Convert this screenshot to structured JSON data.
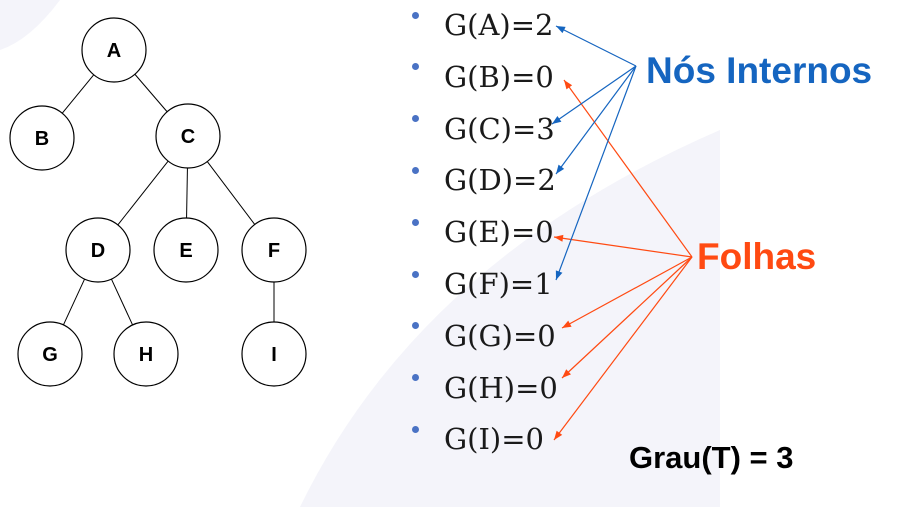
{
  "tree": {
    "nodes": [
      {
        "id": "A",
        "label": "A"
      },
      {
        "id": "B",
        "label": "B"
      },
      {
        "id": "C",
        "label": "C"
      },
      {
        "id": "D",
        "label": "D"
      },
      {
        "id": "E",
        "label": "E"
      },
      {
        "id": "F",
        "label": "F"
      },
      {
        "id": "G",
        "label": "G"
      },
      {
        "id": "H",
        "label": "H"
      },
      {
        "id": "I",
        "label": "I"
      }
    ],
    "edges": [
      [
        "A",
        "B"
      ],
      [
        "A",
        "C"
      ],
      [
        "C",
        "D"
      ],
      [
        "C",
        "E"
      ],
      [
        "C",
        "F"
      ],
      [
        "D",
        "G"
      ],
      [
        "D",
        "H"
      ],
      [
        "F",
        "I"
      ]
    ]
  },
  "degrees": [
    {
      "node": "A",
      "text": "G(A)=2",
      "type": "internal"
    },
    {
      "node": "B",
      "text": "G(B)=0",
      "type": "leaf"
    },
    {
      "node": "C",
      "text": "G(C)=3",
      "type": "internal"
    },
    {
      "node": "D",
      "text": "G(D)=2",
      "type": "internal"
    },
    {
      "node": "E",
      "text": "G(E)=0",
      "type": "leaf"
    },
    {
      "node": "F",
      "text": "G(F)=1",
      "type": "internal"
    },
    {
      "node": "G",
      "text": "G(G)=0",
      "type": "leaf"
    },
    {
      "node": "H",
      "text": "G(H)=0",
      "type": "leaf"
    },
    {
      "node": "I",
      "text": "G(I)=0",
      "type": "leaf"
    }
  ],
  "labels": {
    "internal": "Nós Internos",
    "leaves": "Folhas",
    "tree_degree": "Grau(T) = 3"
  },
  "colors": {
    "internal": "#1565c0",
    "leaves": "#ff4a12",
    "bullet": "#4a72c4"
  }
}
